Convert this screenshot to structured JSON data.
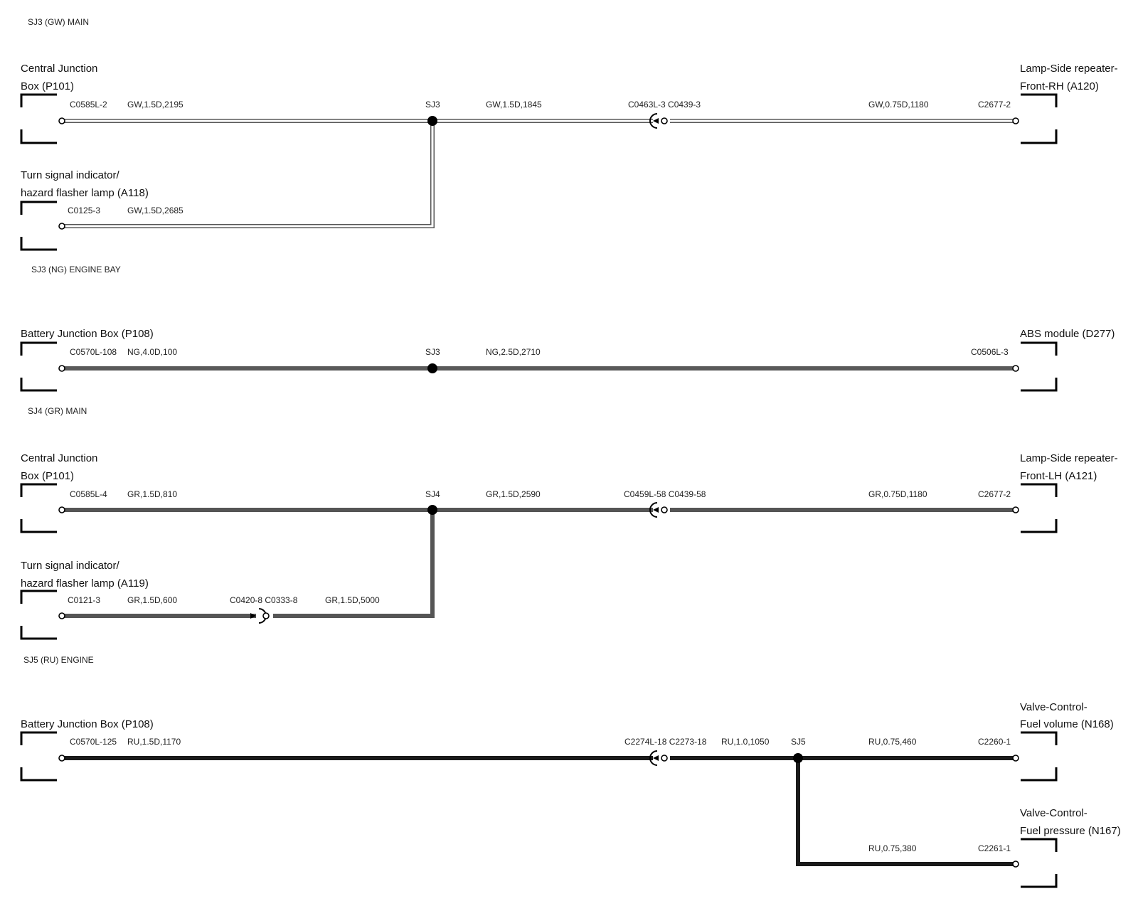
{
  "colors": {
    "GW_outline": "#555555",
    "GW_fill": "#ffffff",
    "NG": "#5a5a5a",
    "GR": "#555555",
    "RU": "#1a1a1a"
  },
  "sections": [
    {
      "title": "SJ3 (GW) MAIN",
      "left_components": [
        {
          "lines": [
            "Central Junction",
            "Box (P101)"
          ],
          "connector": "C0585L-2",
          "wire": "GW,1.5D,2195"
        },
        {
          "lines": [
            "Turn signal indicator/",
            "hazard flasher lamp (A118)"
          ],
          "connector": "C0125-3",
          "wire": "GW,1.5D,2685"
        }
      ],
      "splice": "SJ3",
      "trunk_wire": "GW,1.5D,1845",
      "inline_connector": "C0463L-3 C0439-3",
      "right_wire": "GW,0.75D,1180",
      "right_component": {
        "lines": [
          "Lamp-Side repeater-",
          "Front-RH (A120)"
        ],
        "connector": "C2677-2"
      }
    },
    {
      "title": "SJ3 (NG) ENGINE BAY",
      "left_component": {
        "lines": [
          "Battery Junction Box (P108)"
        ],
        "connector": "C0570L-108",
        "wire": "NG,4.0D,100"
      },
      "splice": "SJ3",
      "trunk_wire": "NG,2.5D,2710",
      "right_component": {
        "lines": [
          "ABS module (D277)"
        ],
        "connector": "C0506L-3"
      }
    },
    {
      "title": "SJ4 (GR) MAIN",
      "left_components": [
        {
          "lines": [
            "Central Junction",
            "Box (P101)"
          ],
          "connector": "C0585L-4",
          "wire": "GR,1.5D,810"
        },
        {
          "lines": [
            "Turn signal indicator/",
            "hazard flasher lamp (A119)"
          ],
          "connector": "C0121-3",
          "wire": "GR,1.5D,600"
        }
      ],
      "branch_inline_connector": "C0420-8 C0333-8",
      "branch_wire2": "GR,1.5D,5000",
      "splice": "SJ4",
      "trunk_wire": "GR,1.5D,2590",
      "inline_connector": "C0459L-58 C0439-58",
      "right_wire": "GR,0.75D,1180",
      "right_component": {
        "lines": [
          "Lamp-Side repeater-",
          "Front-LH (A121)"
        ],
        "connector": "C2677-2"
      }
    },
    {
      "title": "SJ5 (RU) ENGINE",
      "left_component": {
        "lines": [
          "Battery Junction Box (P108)"
        ],
        "connector": "C0570L-125",
        "wire": "RU,1.5D,1170"
      },
      "inline_connector": "C2274L-18 C2273-18",
      "mid_wire": "RU,1.0,1050",
      "splice": "SJ5",
      "right_components": [
        {
          "lines": [
            "Valve-Control-",
            "Fuel volume (N168)"
          ],
          "connector": "C2260-1",
          "wire": "RU,0.75,460"
        },
        {
          "lines": [
            "Valve-Control-",
            "Fuel pressure (N167)"
          ],
          "connector": "C2261-1",
          "wire": "RU,0.75,380"
        }
      ]
    }
  ]
}
